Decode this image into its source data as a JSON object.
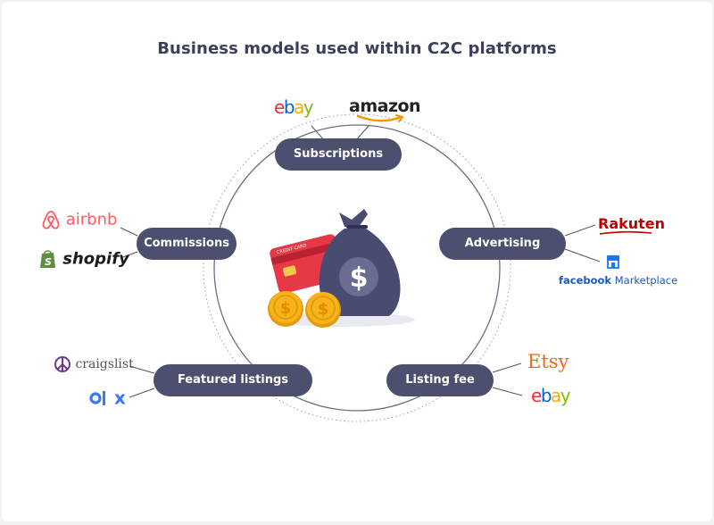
{
  "title": "Business models used within C2C platforms",
  "models": {
    "subscriptions": {
      "label": "Subscriptions",
      "platforms": [
        "ebay",
        "amazon"
      ]
    },
    "commissions": {
      "label": "Commissions",
      "platforms": [
        "airbnb",
        "shopify"
      ]
    },
    "advertising": {
      "label": "Advertising",
      "platforms": [
        "Rakuten",
        "facebook Marketplace"
      ]
    },
    "featured_listings": {
      "label": "Featured listings",
      "platforms": [
        "craigslist",
        "OLX"
      ]
    },
    "listing_fee": {
      "label": "Listing fee",
      "platforms": [
        "Etsy",
        "ebay"
      ]
    }
  },
  "logos": {
    "ebay_e": "e",
    "ebay_b": "b",
    "ebay_a": "a",
    "ebay_y": "y",
    "amazon": "amazon",
    "airbnb": "airbnb",
    "shopify": "shopify",
    "rakuten": "Rakuten",
    "facebook": "facebook",
    "marketplace": "Marketplace",
    "craigslist": "craigslist",
    "olx": "x",
    "etsy": "Etsy"
  },
  "illustration": {
    "credit_card_text": "CREDIT CARD",
    "currency_symbol": "$"
  },
  "colors": {
    "pill": "#4c4f6d",
    "title": "#3b3f5c",
    "bag": "#4a4b70",
    "card": "#e63845",
    "coin": "#f6b418"
  }
}
